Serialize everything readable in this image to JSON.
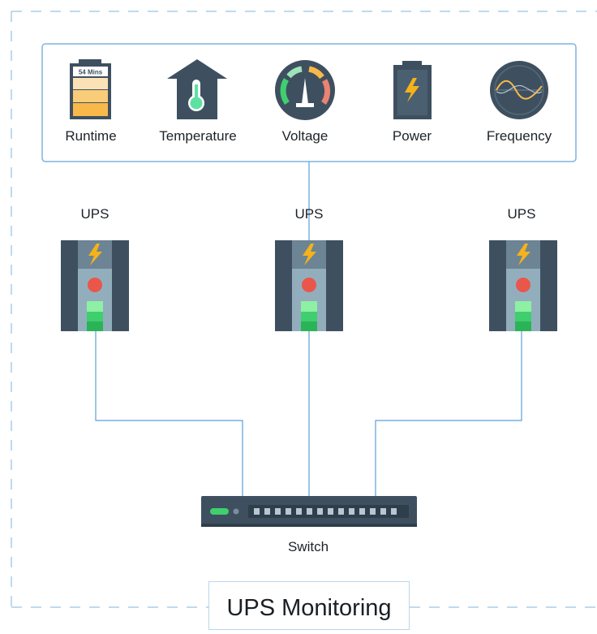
{
  "metrics": {
    "runtime": {
      "label": "Runtime",
      "battery_text": "54 Mins",
      "icon": "battery-icon"
    },
    "temperature": {
      "label": "Temperature",
      "icon": "thermometer-house-icon"
    },
    "voltage": {
      "label": "Voltage",
      "icon": "gauge-icon"
    },
    "power": {
      "label": "Power",
      "icon": "battery-bolt-icon"
    },
    "frequency": {
      "label": "Frequency",
      "icon": "sine-wave-icon"
    }
  },
  "ups_units": [
    {
      "label": "UPS",
      "icon": "ups-unit-icon"
    },
    {
      "label": "UPS",
      "icon": "ups-unit-icon"
    },
    {
      "label": "UPS",
      "icon": "ups-unit-icon"
    }
  ],
  "switch": {
    "label": "Switch",
    "icon": "network-switch-icon"
  },
  "frame": {
    "title": "UPS Monitoring"
  },
  "colors": {
    "dark_slate": "#3e5060",
    "connector_blue": "#5a9fdc",
    "frame_dash": "#a9cde8",
    "bolt": "#f6b21a",
    "status_red": "#e8574a",
    "status_green": "#3fcf6e",
    "battery_orange": "#f8b94a"
  }
}
